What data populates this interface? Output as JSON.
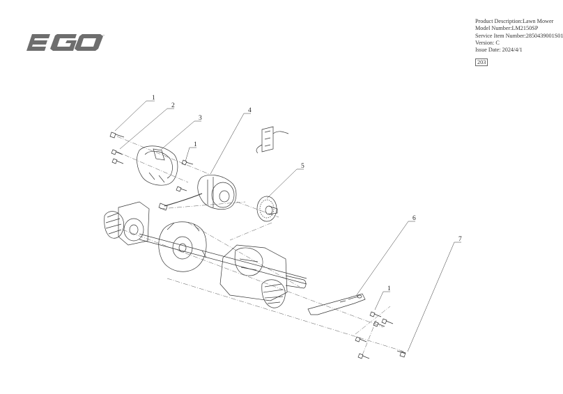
{
  "brand": {
    "name": "EGO"
  },
  "info": {
    "product_description": "Product Description:Lawn Mower",
    "model_number": "Model Number:LM2150SP",
    "service_item_number": "Service Item Number:2850439001S01",
    "version": "Version: C",
    "issue_date": "Issue Date: 2024/4/1"
  },
  "page_number": "203",
  "callouts": {
    "c1a": "1",
    "c2": "2",
    "c3": "3",
    "c1b": "1",
    "c4": "4",
    "c5": "5",
    "c6": "6",
    "c1c": "1",
    "c7": "7"
  }
}
